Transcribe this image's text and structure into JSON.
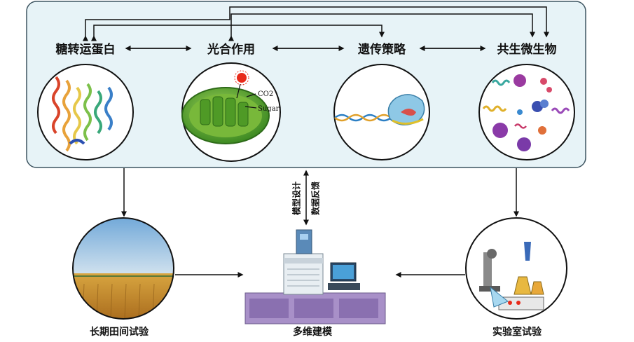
{
  "top_panel": {
    "items": [
      {
        "label": "糖转运蛋白",
        "icon": "protein-structure-icon"
      },
      {
        "label": "光合作用",
        "icon": "chloroplast-icon",
        "annotations": [
          "CO2",
          "Sugar"
        ]
      },
      {
        "label": "遗传策略",
        "icon": "dna-icon"
      },
      {
        "label": "共生微生物",
        "icon": "microbes-icon"
      }
    ],
    "background_color": "#e7f3f7",
    "border_color": "#3d5460"
  },
  "bottom": {
    "field": {
      "label": "长期田间试验",
      "icon": "wheat-field-icon"
    },
    "modeling": {
      "label": "多维建模",
      "icon": "computer-server-icon"
    },
    "lab": {
      "label": "实验室试验",
      "icon": "lab-equipment-icon"
    }
  },
  "arrows": {
    "down_label": "模型设计",
    "up_label": "数据反馈"
  }
}
